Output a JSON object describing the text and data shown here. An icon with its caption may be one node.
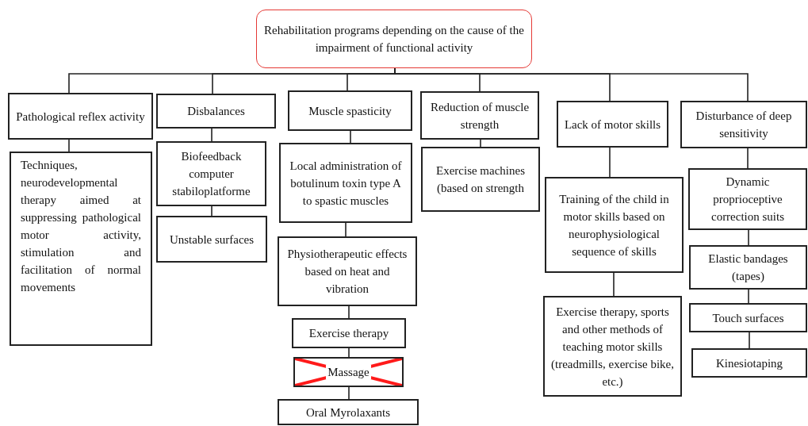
{
  "diagram": {
    "nodes": [
      {
        "text": [
          "Rehabilitation programs depending on the cause of the impairment of functional activity"
        ]
      },
      {
        "text": [
          "Pathological reflex activity"
        ]
      },
      {
        "text": [
          "Techniques, neurodevelopmental therapy aimed at suppressing pathological motor activity, stimulation and facilitation of normal movements"
        ]
      },
      {
        "text": [
          "Disbalances"
        ]
      },
      {
        "text": [
          "Biofeedback computer stabiloplatforme"
        ]
      },
      {
        "text": [
          "Unstable surfaces"
        ]
      },
      {
        "text": [
          "Muscle spasticity"
        ]
      },
      {
        "text": [
          "Local administration of botulinum toxin type A to spastic muscles"
        ]
      },
      {
        "text": [
          "Physiotherapeutic effects based on heat and vibration"
        ]
      },
      {
        "text": [
          "Exercise therapy"
        ]
      },
      {
        "text": [
          "Massage"
        ]
      },
      {
        "text": [
          "Oral Myrolaxants"
        ]
      },
      {
        "text": [
          "Reduction of muscle strength"
        ]
      },
      {
        "text": [
          "Exercise machines (based on strength"
        ]
      },
      {
        "text": [
          "Lack of motor skills"
        ]
      },
      {
        "text": [
          "Training of the child in motor skills based on neurophysiological sequence of skills"
        ]
      },
      {
        "text": [
          "Exercise therapy, sports and other methods of teaching motor skills (treadmills, exercise bike, etc.)"
        ]
      },
      {
        "text": [
          "Disturbance of deep sensitivity"
        ]
      },
      {
        "text": [
          "Dynamic proprioceptive correction suits"
        ]
      },
      {
        "text": [
          "Elastic bandages (tapes)"
        ]
      },
      {
        "text": [
          "Touch surfaces"
        ]
      },
      {
        "text": [
          "Kinesiotaping"
        ]
      }
    ],
    "edges": [
      {
        "from": 0,
        "to": 1,
        "arrow": "none"
      },
      {
        "from": 0,
        "to": 3,
        "arrow": "none"
      },
      {
        "from": 0,
        "to": 6,
        "arrow": "none"
      },
      {
        "from": 0,
        "to": 12,
        "arrow": "none"
      },
      {
        "from": 0,
        "to": 14,
        "arrow": "none"
      },
      {
        "from": 0,
        "to": 17,
        "arrow": "none"
      },
      {
        "from": 1,
        "to": 2,
        "arrow": "none"
      },
      {
        "from": 3,
        "to": 4,
        "arrow": "none"
      },
      {
        "from": 4,
        "to": 5,
        "arrow": "none"
      },
      {
        "from": 6,
        "to": 7,
        "arrow": "none"
      },
      {
        "from": 7,
        "to": 8,
        "arrow": "none"
      },
      {
        "from": 8,
        "to": 9,
        "arrow": "none"
      },
      {
        "from": 9,
        "to": 10,
        "arrow": "none"
      },
      {
        "from": 10,
        "to": 11,
        "arrow": "none"
      },
      {
        "from": 12,
        "to": 13,
        "arrow": "none"
      },
      {
        "from": 14,
        "to": 15,
        "arrow": "none"
      },
      {
        "from": 15,
        "to": 16,
        "arrow": "none"
      },
      {
        "from": 17,
        "to": 18,
        "arrow": "none"
      },
      {
        "from": 18,
        "to": 19,
        "arrow": "none"
      },
      {
        "from": 19,
        "to": 20,
        "arrow": "none"
      },
      {
        "from": 20,
        "to": 21,
        "arrow": "none"
      }
    ]
  }
}
